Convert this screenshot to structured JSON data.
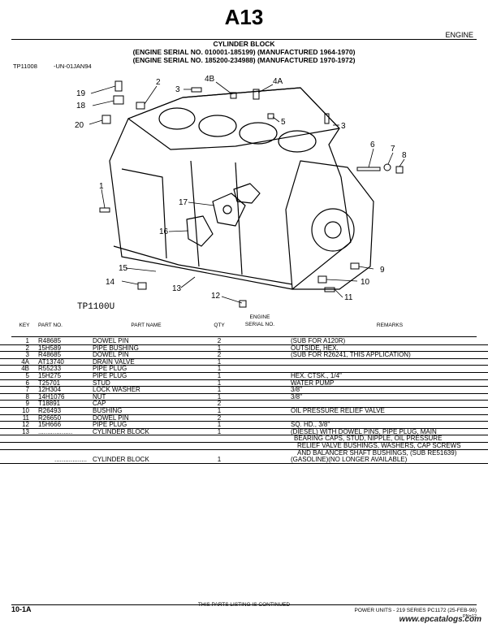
{
  "page": {
    "title": "A13",
    "section": "ENGINE",
    "heading_lines": [
      "CYLINDER BLOCK",
      "(ENGINE SERIAL NO. 010001-185199) (MANUFACTURED 1964-1970)",
      "(ENGINE SERIAL NO. 185200-234988) (MANUFACTURED 1970-1972)"
    ],
    "figure_code": "TP11008",
    "figure_date": "-UN-01JAN94",
    "figure_caption": "TP1100U"
  },
  "diagram": {
    "callouts": [
      "1",
      "2",
      "3",
      "3",
      "4A",
      "4B",
      "5",
      "6",
      "7",
      "8",
      "9",
      "10",
      "11",
      "12",
      "13",
      "14",
      "15",
      "16",
      "17",
      "18",
      "19",
      "20"
    ]
  },
  "table": {
    "columns": {
      "key": "KEY",
      "part_no": "PART NO.",
      "part_name": "PART NAME",
      "qty": "QTY",
      "serial_line1": "ENGINE",
      "serial_line2": "SERIAL NO.",
      "remarks": "REMARKS"
    },
    "rows": [
      {
        "key": "1",
        "part_no": "R48685",
        "name": "DOWEL PIN",
        "qty": "2",
        "remarks": "(SUB FOR A120R)"
      },
      {
        "key": "2",
        "part_no": "15H589",
        "name": "PIPE BUSHING",
        "qty": "1",
        "remarks": "OUTSIDE, HEX."
      },
      {
        "key": "3",
        "part_no": "R48685",
        "name": "DOWEL PIN",
        "qty": "2",
        "remarks": "(SUB FOR R26241, THIS APPLICATION)"
      },
      {
        "key": "4A",
        "part_no": "AT13740",
        "name": "DRAIN VALVE",
        "qty": "1",
        "remarks": ""
      },
      {
        "key": "4B",
        "part_no": "R55233",
        "name": "PIPE PLUG",
        "qty": "1",
        "remarks": ""
      },
      {
        "key": "5",
        "part_no": "15H275",
        "name": "PIPE PLUG",
        "qty": "1",
        "remarks": "HEX. CTSK., 1/4\""
      },
      {
        "key": "6",
        "part_no": "T25701",
        "name": "STUD",
        "qty": "1",
        "remarks": "WATER PUMP"
      },
      {
        "key": "7",
        "part_no": "12H304",
        "name": "LOCK WASHER",
        "qty": "1",
        "remarks": "3/8\""
      },
      {
        "key": "8",
        "part_no": "14H1076",
        "name": "NUT",
        "qty": "1",
        "remarks": "3/8\""
      },
      {
        "key": "9",
        "part_no": "T18891",
        "name": "CAP",
        "qty": "2",
        "remarks": ""
      },
      {
        "key": "10",
        "part_no": "R26493",
        "name": "BUSHING",
        "qty": "1",
        "remarks": "OIL PRESSURE RELIEF VALVE"
      },
      {
        "key": "11",
        "part_no": "R26650",
        "name": "DOWEL PIN",
        "qty": "2",
        "remarks": ""
      },
      {
        "key": "12",
        "part_no": "15H666",
        "name": "PIPE PLUG",
        "qty": "1",
        "remarks": "SQ. HD., 3/8\""
      },
      {
        "key": "13",
        "part_no": "...................",
        "name": "CYLINDER BLOCK",
        "qty": "1",
        "remarks": "(DIESEL) WITH DOWEL PINS, PIPE PLUG, MAIN"
      },
      {
        "key": "",
        "part_no": "",
        "name": "",
        "qty": "",
        "remarks": "BEARING CAPS, STUD, NIPPLE, OIL PRESSURE"
      },
      {
        "key": "",
        "part_no": "",
        "name": "",
        "qty": "",
        "remarks": "RELIEF VALVE BUSHINGS, WASHERS, CAP SCREWS"
      },
      {
        "key": "",
        "part_no": "",
        "name": "",
        "qty": "",
        "remarks": "AND BALANCER SHAFT BUSHINGS, (SUB RE51639)"
      },
      {
        "key": "",
        "part_no": "..................",
        "name": "CYLINDER BLOCK",
        "qty": "1",
        "remarks": "(GASOLINE)(NO LONGER AVAILABLE)"
      }
    ]
  },
  "footer": {
    "page_no": "10-1A",
    "continued": "THIS PARTS LISTING IS CONTINUED",
    "series": "POWER UNITS - 219 SERIES   PC1172   (25-FEB-98)",
    "pn": "PN=12",
    "watermark": "www.epcatalogs.com"
  }
}
